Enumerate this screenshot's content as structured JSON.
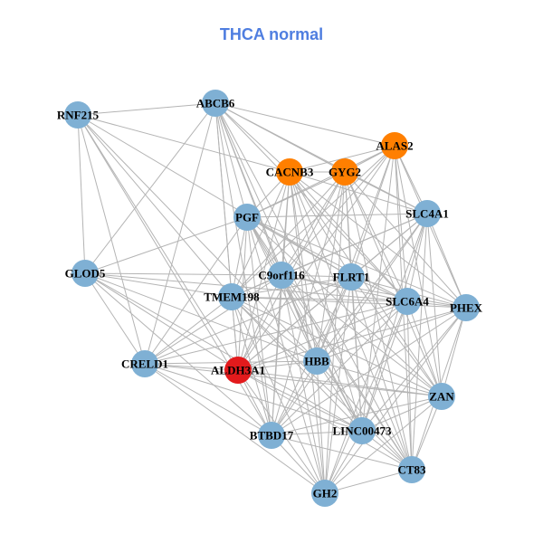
{
  "title": "THCA normal",
  "colors": {
    "default_node": "#7fb0d4",
    "highlight_orange": "#ff7f00",
    "highlight_red": "#e31a1c",
    "edge": "#b4b4b4",
    "title": "#4f7ee0"
  },
  "nodes": [
    {
      "id": "RNF215",
      "label": "RNF215",
      "group": "default"
    },
    {
      "id": "ABCB6",
      "label": "ABCB6",
      "group": "default"
    },
    {
      "id": "ALAS2",
      "label": "ALAS2",
      "group": "orange"
    },
    {
      "id": "CACNB3",
      "label": "CACNB3",
      "group": "orange"
    },
    {
      "id": "GYG2",
      "label": "GYG2",
      "group": "orange"
    },
    {
      "id": "SLC4A1",
      "label": "SLC4A1",
      "group": "default"
    },
    {
      "id": "PGF",
      "label": "PGF",
      "group": "default"
    },
    {
      "id": "GLOD5",
      "label": "GLOD5",
      "group": "default"
    },
    {
      "id": "C9orf116",
      "label": "C9orf116",
      "group": "default"
    },
    {
      "id": "FLRT1",
      "label": "FLRT1",
      "group": "default"
    },
    {
      "id": "TMEM198",
      "label": "TMEM198",
      "group": "default"
    },
    {
      "id": "SLC6A4",
      "label": "SLC6A4",
      "group": "default"
    },
    {
      "id": "PHEX",
      "label": "PHEX",
      "group": "default"
    },
    {
      "id": "CRELD1",
      "label": "CRELD1",
      "group": "default"
    },
    {
      "id": "ALDH3A1",
      "label": "ALDH3A1",
      "group": "red"
    },
    {
      "id": "HBB",
      "label": "HBB",
      "group": "default"
    },
    {
      "id": "ZAN",
      "label": "ZAN",
      "group": "default"
    },
    {
      "id": "BTBD17",
      "label": "BTBD17",
      "group": "default"
    },
    {
      "id": "LINC00473",
      "label": "LINC00473",
      "group": "default"
    },
    {
      "id": "CT83",
      "label": "CT83",
      "group": "default"
    },
    {
      "id": "GH2",
      "label": "GH2",
      "group": "default"
    }
  ],
  "edges": [
    [
      "RNF215",
      "ABCB6"
    ],
    [
      "RNF215",
      "GLOD5"
    ],
    [
      "RNF215",
      "CACNB3"
    ],
    [
      "RNF215",
      "TMEM198"
    ],
    [
      "RNF215",
      "CRELD1"
    ],
    [
      "RNF215",
      "ALDH3A1"
    ],
    [
      "RNF215",
      "HBB"
    ],
    [
      "RNF215",
      "BTBD17"
    ],
    [
      "RNF215",
      "FLRT1"
    ],
    [
      "ABCB6",
      "ALAS2"
    ],
    [
      "ABCB6",
      "GYG2"
    ],
    [
      "ABCB6",
      "CACNB3"
    ],
    [
      "ABCB6",
      "GLOD5"
    ],
    [
      "ABCB6",
      "CRELD1"
    ],
    [
      "ABCB6",
      "PGF"
    ],
    [
      "ABCB6",
      "C9orf116"
    ],
    [
      "ABCB6",
      "TMEM198"
    ],
    [
      "ABCB6",
      "HBB"
    ],
    [
      "ABCB6",
      "LINC00473"
    ],
    [
      "ABCB6",
      "BTBD17"
    ],
    [
      "ABCB6",
      "SLC4A1"
    ],
    [
      "ABCB6",
      "SLC6A4"
    ],
    [
      "ABCB6",
      "ALDH3A1"
    ],
    [
      "ABCB6",
      "CT83"
    ],
    [
      "ALAS2",
      "GYG2"
    ],
    [
      "ALAS2",
      "CACNB3"
    ],
    [
      "ALAS2",
      "SLC4A1"
    ],
    [
      "ALAS2",
      "PGF"
    ],
    [
      "ALAS2",
      "C9orf116"
    ],
    [
      "ALAS2",
      "FLRT1"
    ],
    [
      "ALAS2",
      "SLC6A4"
    ],
    [
      "ALAS2",
      "PHEX"
    ],
    [
      "ALAS2",
      "HBB"
    ],
    [
      "ALAS2",
      "ZAN"
    ],
    [
      "ALAS2",
      "LINC00473"
    ],
    [
      "ALAS2",
      "TMEM198"
    ],
    [
      "ALAS2",
      "CT83"
    ],
    [
      "ALAS2",
      "ALDH3A1"
    ],
    [
      "CACNB3",
      "GYG2"
    ],
    [
      "CACNB3",
      "PGF"
    ],
    [
      "CACNB3",
      "C9orf116"
    ],
    [
      "CACNB3",
      "FLRT1"
    ],
    [
      "CACNB3",
      "TMEM198"
    ],
    [
      "CACNB3",
      "SLC6A4"
    ],
    [
      "CACNB3",
      "HBB"
    ],
    [
      "CACNB3",
      "SLC4A1"
    ],
    [
      "CACNB3",
      "ALDH3A1"
    ],
    [
      "CACNB3",
      "BTBD17"
    ],
    [
      "CACNB3",
      "LINC00473"
    ],
    [
      "CACNB3",
      "CT83"
    ],
    [
      "CACNB3",
      "GH2"
    ],
    [
      "CACNB3",
      "PHEX"
    ],
    [
      "CACNB3",
      "ZAN"
    ],
    [
      "GYG2",
      "SLC4A1"
    ],
    [
      "GYG2",
      "PGF"
    ],
    [
      "GYG2",
      "C9orf116"
    ],
    [
      "GYG2",
      "FLRT1"
    ],
    [
      "GYG2",
      "SLC6A4"
    ],
    [
      "GYG2",
      "PHEX"
    ],
    [
      "GYG2",
      "TMEM198"
    ],
    [
      "GYG2",
      "HBB"
    ],
    [
      "GYG2",
      "ALDH3A1"
    ],
    [
      "GYG2",
      "BTBD17"
    ],
    [
      "GYG2",
      "LINC00473"
    ],
    [
      "GYG2",
      "CT83"
    ],
    [
      "GYG2",
      "GH2"
    ],
    [
      "GYG2",
      "ZAN"
    ],
    [
      "SLC4A1",
      "PGF"
    ],
    [
      "SLC4A1",
      "FLRT1"
    ],
    [
      "SLC4A1",
      "SLC6A4"
    ],
    [
      "SLC4A1",
      "PHEX"
    ],
    [
      "SLC4A1",
      "ZAN"
    ],
    [
      "SLC4A1",
      "CT83"
    ],
    [
      "SLC4A1",
      "HBB"
    ],
    [
      "SLC4A1",
      "LINC00473"
    ],
    [
      "SLC4A1",
      "C9orf116"
    ],
    [
      "SLC4A1",
      "TMEM198"
    ],
    [
      "SLC4A1",
      "ALDH3A1"
    ],
    [
      "SLC4A1",
      "BTBD17"
    ],
    [
      "SLC4A1",
      "GH2"
    ],
    [
      "PGF",
      "C9orf116"
    ],
    [
      "PGF",
      "FLRT1"
    ],
    [
      "PGF",
      "TMEM198"
    ],
    [
      "PGF",
      "SLC6A4"
    ],
    [
      "PGF",
      "HBB"
    ],
    [
      "PGF",
      "ALDH3A1"
    ],
    [
      "PGF",
      "BTBD17"
    ],
    [
      "PGF",
      "LINC00473"
    ],
    [
      "PGF",
      "GLOD5"
    ],
    [
      "PGF",
      "CRELD1"
    ],
    [
      "PGF",
      "PHEX"
    ],
    [
      "PGF",
      "CT83"
    ],
    [
      "PGF",
      "GH2"
    ],
    [
      "PGF",
      "ZAN"
    ],
    [
      "GLOD5",
      "C9orf116"
    ],
    [
      "GLOD5",
      "TMEM198"
    ],
    [
      "GLOD5",
      "SLC6A4"
    ],
    [
      "GLOD5",
      "HBB"
    ],
    [
      "GLOD5",
      "ALDH3A1"
    ],
    [
      "GLOD5",
      "BTBD17"
    ],
    [
      "GLOD5",
      "CRELD1"
    ],
    [
      "GLOD5",
      "LINC00473"
    ],
    [
      "C9orf116",
      "FLRT1"
    ],
    [
      "C9orf116",
      "TMEM198"
    ],
    [
      "C9orf116",
      "SLC6A4"
    ],
    [
      "C9orf116",
      "HBB"
    ],
    [
      "C9orf116",
      "ALDH3A1"
    ],
    [
      "C9orf116",
      "BTBD17"
    ],
    [
      "C9orf116",
      "LINC00473"
    ],
    [
      "C9orf116",
      "CT83"
    ],
    [
      "C9orf116",
      "GH2"
    ],
    [
      "C9orf116",
      "ZAN"
    ],
    [
      "C9orf116",
      "PHEX"
    ],
    [
      "C9orf116",
      "CRELD1"
    ],
    [
      "FLRT1",
      "TMEM198"
    ],
    [
      "FLRT1",
      "SLC6A4"
    ],
    [
      "FLRT1",
      "PHEX"
    ],
    [
      "FLRT1",
      "HBB"
    ],
    [
      "FLRT1",
      "ZAN"
    ],
    [
      "FLRT1",
      "LINC00473"
    ],
    [
      "FLRT1",
      "CT83"
    ],
    [
      "FLRT1",
      "GH2"
    ],
    [
      "FLRT1",
      "BTBD17"
    ],
    [
      "FLRT1",
      "ALDH3A1"
    ],
    [
      "FLRT1",
      "CRELD1"
    ],
    [
      "TMEM198",
      "SLC6A4"
    ],
    [
      "TMEM198",
      "HBB"
    ],
    [
      "TMEM198",
      "ALDH3A1"
    ],
    [
      "TMEM198",
      "BTBD17"
    ],
    [
      "TMEM198",
      "LINC00473"
    ],
    [
      "TMEM198",
      "CRELD1"
    ],
    [
      "TMEM198",
      "GH2"
    ],
    [
      "TMEM198",
      "CT83"
    ],
    [
      "TMEM198",
      "ZAN"
    ],
    [
      "TMEM198",
      "PHEX"
    ],
    [
      "SLC6A4",
      "PHEX"
    ],
    [
      "SLC6A4",
      "HBB"
    ],
    [
      "SLC6A4",
      "ZAN"
    ],
    [
      "SLC6A4",
      "LINC00473"
    ],
    [
      "SLC6A4",
      "CT83"
    ],
    [
      "SLC6A4",
      "GH2"
    ],
    [
      "SLC6A4",
      "BTBD17"
    ],
    [
      "SLC6A4",
      "ALDH3A1"
    ],
    [
      "SLC6A4",
      "CRELD1"
    ],
    [
      "PHEX",
      "ZAN"
    ],
    [
      "PHEX",
      "CT83"
    ],
    [
      "PHEX",
      "HBB"
    ],
    [
      "PHEX",
      "LINC00473"
    ],
    [
      "PHEX",
      "BTBD17"
    ],
    [
      "PHEX",
      "ALDH3A1"
    ],
    [
      "PHEX",
      "GH2"
    ],
    [
      "CRELD1",
      "ALDH3A1"
    ],
    [
      "CRELD1",
      "BTBD17"
    ],
    [
      "CRELD1",
      "GH2"
    ],
    [
      "CRELD1",
      "HBB"
    ],
    [
      "CRELD1",
      "LINC00473"
    ],
    [
      "CRELD1",
      "ZAN"
    ],
    [
      "ALDH3A1",
      "HBB"
    ],
    [
      "ALDH3A1",
      "BTBD17"
    ],
    [
      "ALDH3A1",
      "GH2"
    ],
    [
      "ALDH3A1",
      "LINC00473"
    ],
    [
      "ALDH3A1",
      "CT83"
    ],
    [
      "ALDH3A1",
      "ZAN"
    ],
    [
      "HBB",
      "ZAN"
    ],
    [
      "HBB",
      "BTBD17"
    ],
    [
      "HBB",
      "LINC00473"
    ],
    [
      "HBB",
      "CT83"
    ],
    [
      "HBB",
      "GH2"
    ],
    [
      "ZAN",
      "LINC00473"
    ],
    [
      "ZAN",
      "CT83"
    ],
    [
      "ZAN",
      "GH2"
    ],
    [
      "ZAN",
      "BTBD17"
    ],
    [
      "BTBD17",
      "LINC00473"
    ],
    [
      "BTBD17",
      "GH2"
    ],
    [
      "BTBD17",
      "CT83"
    ],
    [
      "LINC00473",
      "CT83"
    ],
    [
      "LINC00473",
      "GH2"
    ],
    [
      "CT83",
      "GH2"
    ]
  ]
}
